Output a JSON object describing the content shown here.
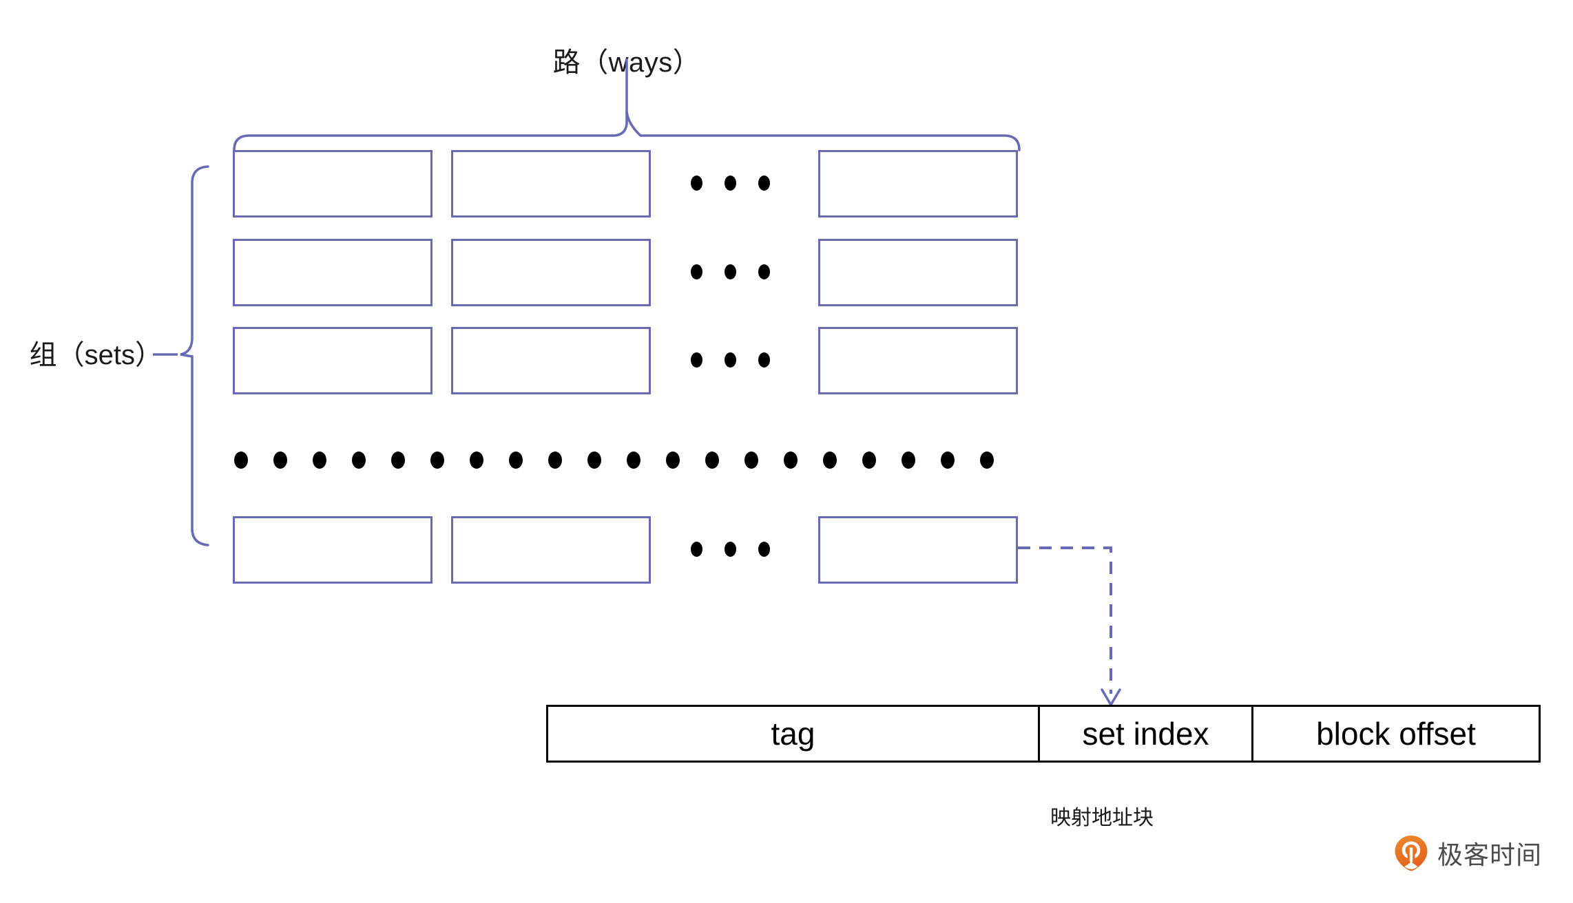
{
  "diagram": {
    "title_ways": "路（ways）",
    "label_sets": "组（sets）",
    "caption_mapped_address": "映射地址块",
    "colors": {
      "box_stroke": "#6a6ab4",
      "brace": "#6a6ab4",
      "dashed_arrow": "#6a6ab4",
      "address_stroke": "#000000",
      "text": "#1a1a1a",
      "logo_orange": "#ef7a28",
      "logo_text": "#4c4c4c"
    },
    "grid": {
      "columns_shown": 3,
      "rows_shown": 4,
      "column_ellipsis_dots": 3,
      "row_ellipsis_dots": 20
    },
    "address_block": {
      "segments": [
        {
          "label": "tag"
        },
        {
          "label": "set index"
        },
        {
          "label": "block offset"
        }
      ],
      "arrow_target_segment": "set index"
    }
  },
  "watermark": {
    "brand": "极客时间",
    "icon": "geektime-logo-icon"
  }
}
